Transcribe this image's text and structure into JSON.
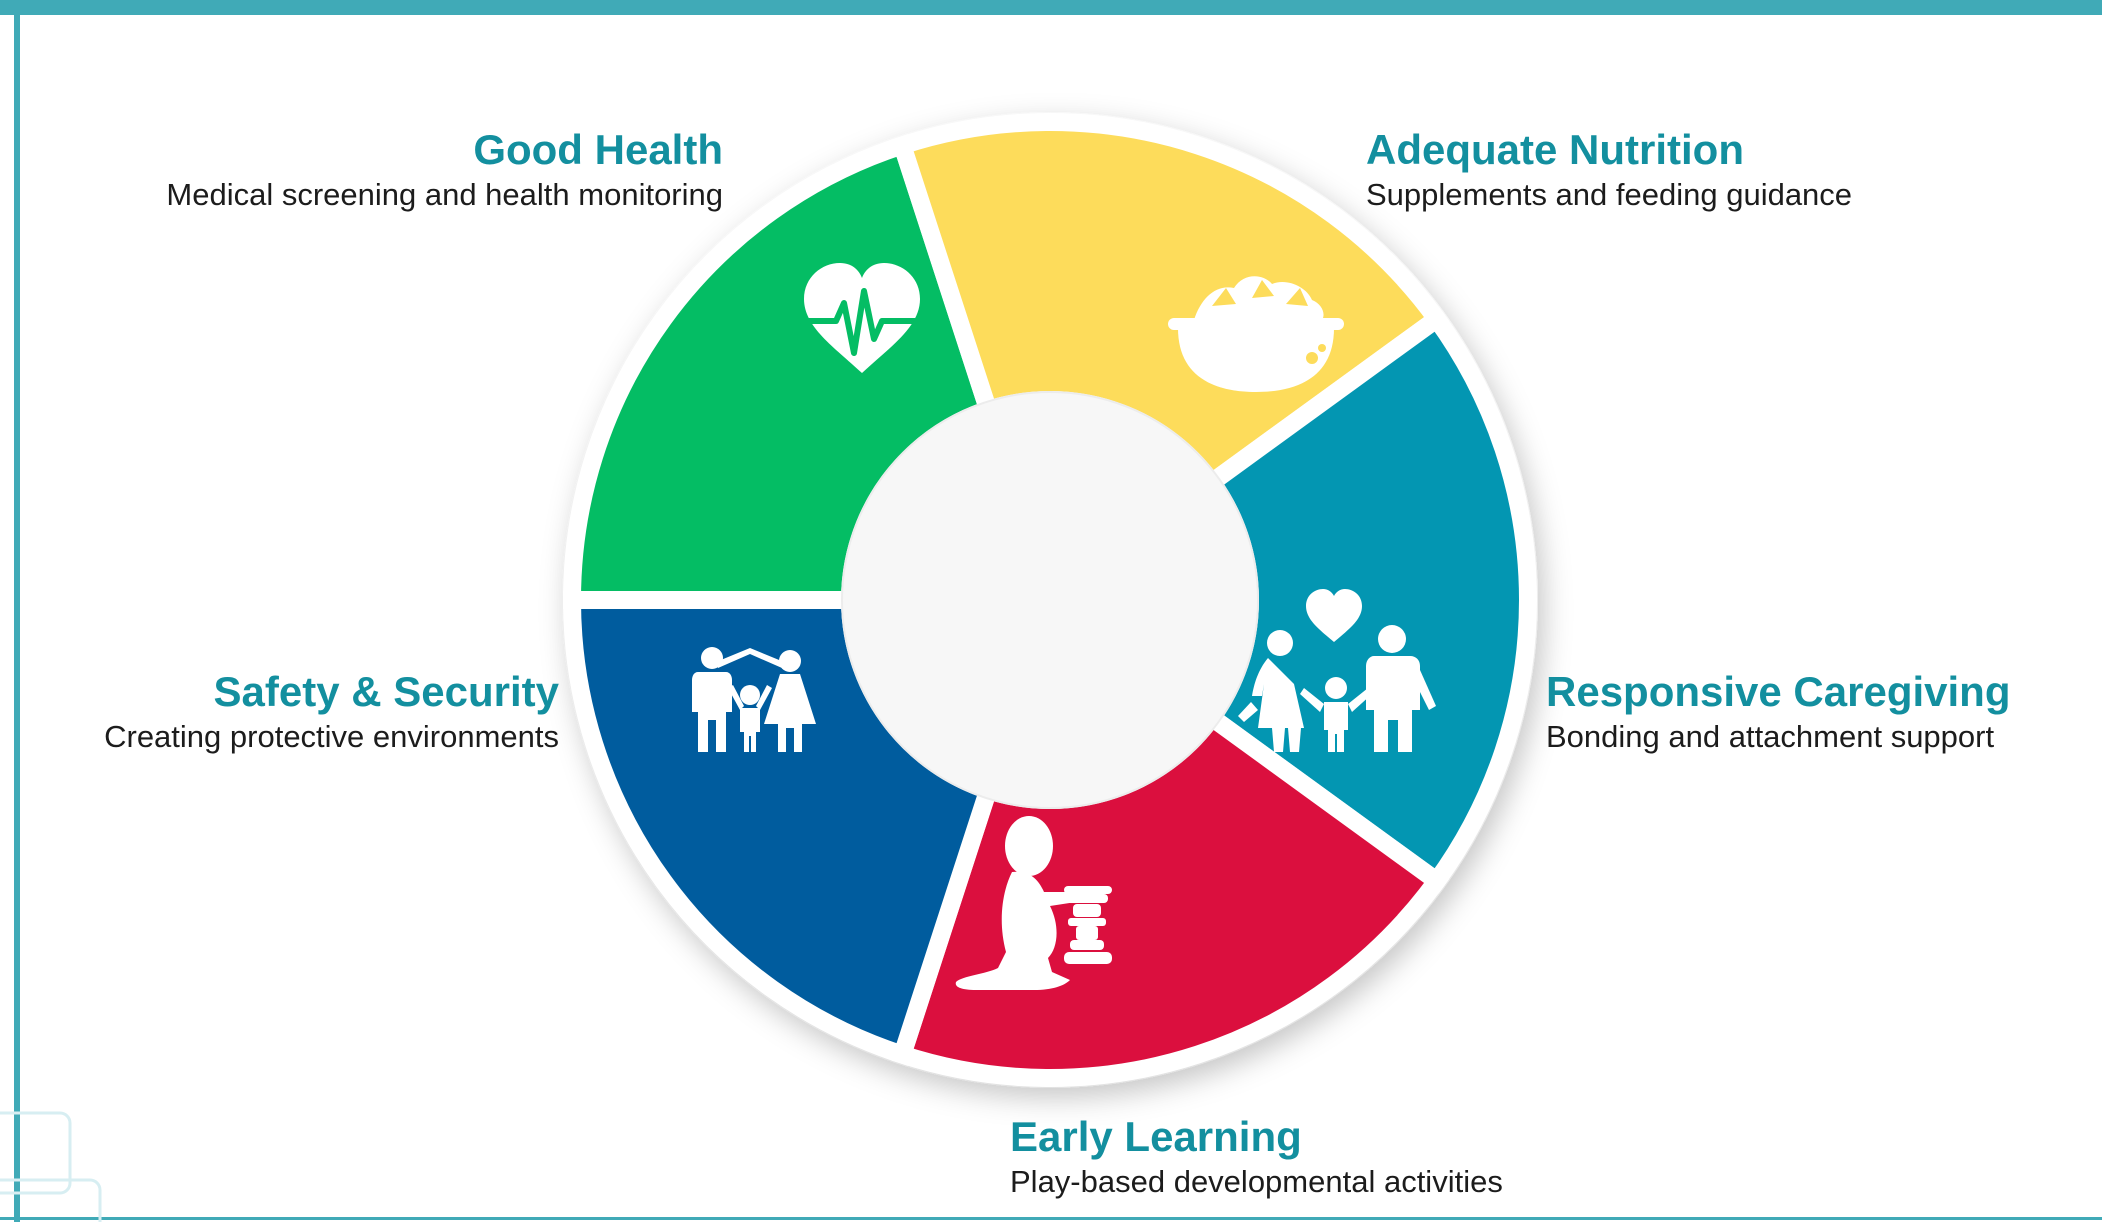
{
  "pillars": {
    "good_health": {
      "title": "Good Health",
      "description": "Medical screening and health monitoring",
      "color": "#04bd64",
      "icon": "heart-pulse-icon"
    },
    "adequate_nutrition": {
      "title": "Adequate Nutrition",
      "description": "Supplements and feeding guidance",
      "color": "#fddc5b",
      "icon": "food-bowl-icon"
    },
    "responsive_caregiving": {
      "title": "Responsive Caregiving",
      "description": "Bonding and attachment support",
      "color": "#0396b2",
      "icon": "family-heart-icon"
    },
    "early_learning": {
      "title": "Early Learning",
      "description": "Play-based developmental activities",
      "color": "#db0f3e",
      "icon": "child-playing-icon"
    },
    "safety_security": {
      "title": "Safety & Security",
      "description": "Creating protective environments",
      "color": "#005c9e",
      "icon": "family-shelter-icon"
    }
  },
  "colors": {
    "frame": "#40aab7",
    "heading": "#138f9f",
    "center": "#f7f7f7"
  }
}
